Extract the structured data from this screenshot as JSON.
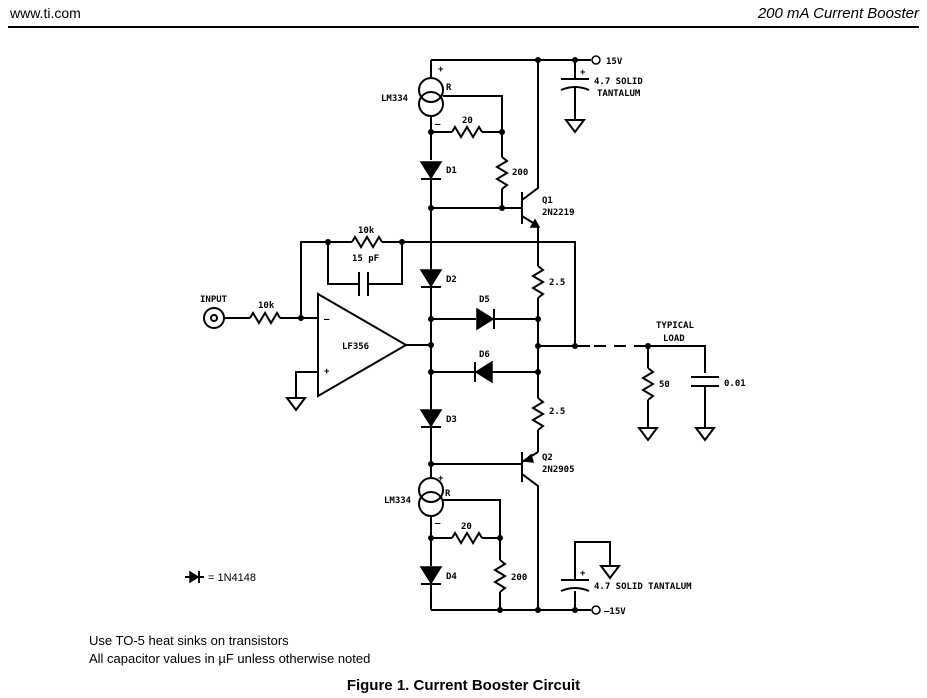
{
  "header": {
    "site": "www.ti.com",
    "doc_title": "200 mA Current Booster"
  },
  "labels": {
    "pos_supply": "15V",
    "neg_supply": "–15V",
    "cap_top_1": "4.7 SOLID",
    "cap_top_2": "TANTALUM",
    "cap_bottom": "4.7 SOLID TANTALUM",
    "plus": "+",
    "minus": "–",
    "lm334_top": "LM334",
    "lm334_bottom": "LM334",
    "r_top": "R",
    "r_bottom": "R",
    "r20_top": "20",
    "r20_bottom": "20",
    "r200_top": "200",
    "r200_bottom": "200",
    "d1": "D1",
    "d2": "D2",
    "d3": "D3",
    "d4": "D4",
    "d5": "D5",
    "d6": "D6",
    "q1": "Q1",
    "q1_part": "2N2219",
    "q2": "Q2",
    "q2_part": "2N2905",
    "r10k_fb": "10k",
    "c15p": "15 pF",
    "input": "INPUT",
    "r10k_in": "10k",
    "opamp": "LF356",
    "opamp_minus": "–",
    "opamp_plus": "+",
    "r25_top": "2.5",
    "r25_bottom": "2.5",
    "typical_load_1": "TYPICAL",
    "typical_load_2": "LOAD",
    "r50": "50",
    "c001": "0.01",
    "legend": "= 1N4148"
  },
  "notes": [
    "Use TO-5 heat sinks on transistors",
    "All capacitor values in µF unless otherwise noted"
  ],
  "caption": "Figure 1. Current Booster Circuit"
}
